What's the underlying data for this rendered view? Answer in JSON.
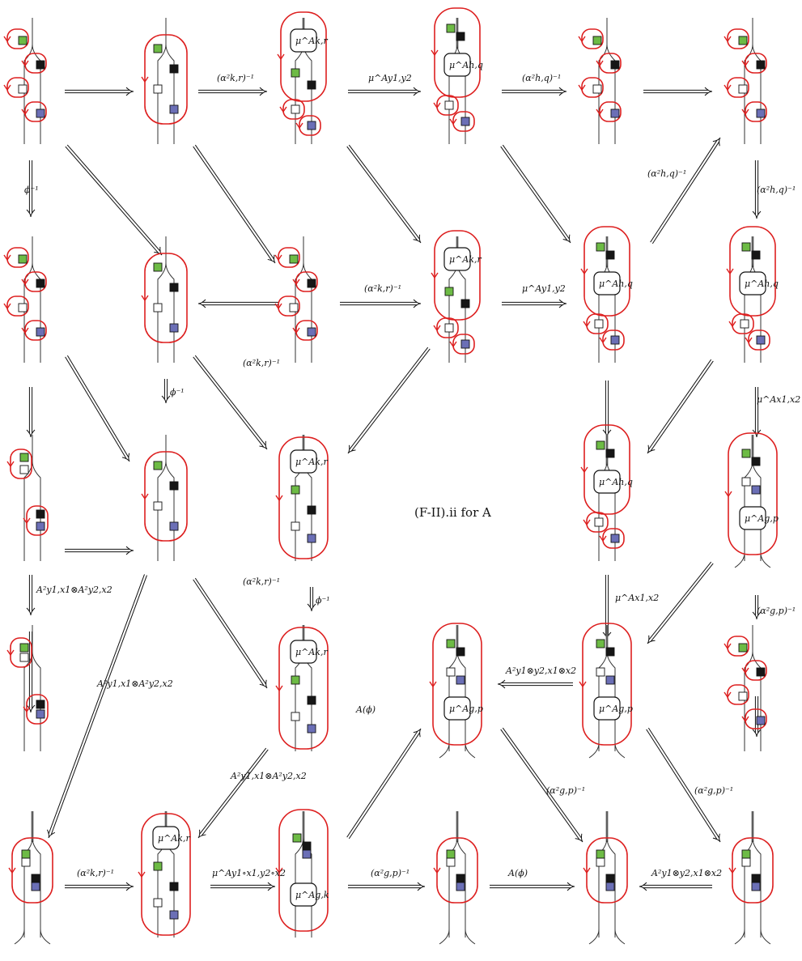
{
  "title": "(F-II).ii for A",
  "colors": {
    "green": "#6dbb45",
    "black": "#161616",
    "white": "#ffffff",
    "blue": "#6b6fb6",
    "loop": "#dd1f1f"
  },
  "labels": {
    "a_kr_inv": "(α²_{k,r})⁻¹",
    "a_hq_inv": "(α²_{h,q})⁻¹",
    "a_gp_inv": "(α²_{g,p})⁻¹",
    "mu_y1y2": "μ^A_{y₁,y₂}",
    "mu_x1x2": "μ^A_{x₁,x₂}",
    "mu_big": "μ^A_{y₁∘x₁,y₂∘x₂}",
    "phi_inv": "ϕ⁻¹",
    "A_phi": "A(ϕ)",
    "A_tensor": "A²_{y₁,x₁}⊗A²_{y₂,x₂}",
    "A_big": "A²_{y₁⊗y₂,x₁⊗x₂}"
  },
  "nodes": {
    "kr": "μ^A_{k,r}",
    "hq": "μ^A_{h,q}",
    "gp": "μ^A_{g,p}",
    "gk": "μ^A_{g,k}"
  }
}
